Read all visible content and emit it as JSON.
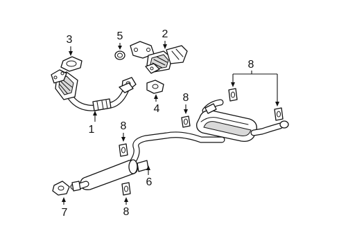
{
  "diagram": {
    "callouts": {
      "c1": "1",
      "c2": "2",
      "c3": "3",
      "c4": "4",
      "c5": "5",
      "c6": "6",
      "c7": "7",
      "c8_top_right": "8",
      "c8_mid": "8",
      "c8_left": "8",
      "c8_bottom": "8"
    },
    "colors": {
      "line": "#111111",
      "background": "#ffffff",
      "shading": "#d9d9d9"
    }
  }
}
